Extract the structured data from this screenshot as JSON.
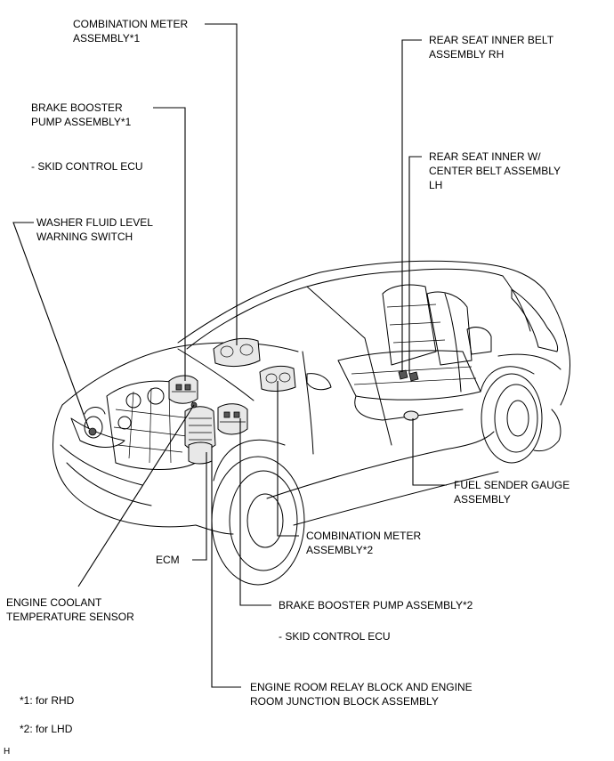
{
  "labels": {
    "combination_meter_1": "COMBINATION METER\nASSEMBLY*1",
    "brake_booster_1": "BRAKE BOOSTER\nPUMP ASSEMBLY*1",
    "skid_control_1": "- SKID CONTROL ECU",
    "washer_switch": "WASHER FLUID LEVEL\nWARNING SWITCH",
    "rear_seat_rh": "REAR SEAT INNER BELT\nASSEMBLY RH",
    "rear_seat_lh": "REAR SEAT INNER W/\nCENTER BELT ASSEMBLY\nLH",
    "fuel_sender": "FUEL SENDER GAUGE\nASSEMBLY",
    "combination_meter_2": "COMBINATION METER\nASSEMBLY*2",
    "ecm": "ECM",
    "engine_coolant": "ENGINE COOLANT\nTEMPERATURE SENSOR",
    "brake_booster_2": "BRAKE BOOSTER PUMP ASSEMBLY*2",
    "skid_control_2": "- SKID CONTROL ECU",
    "relay_block": "ENGINE ROOM RELAY BLOCK AND ENGINE\nROOM JUNCTION BLOCK ASSEMBLY"
  },
  "notes": {
    "rhd": "*1: for RHD",
    "lhd": "*2: for LHD",
    "corner": "H"
  }
}
